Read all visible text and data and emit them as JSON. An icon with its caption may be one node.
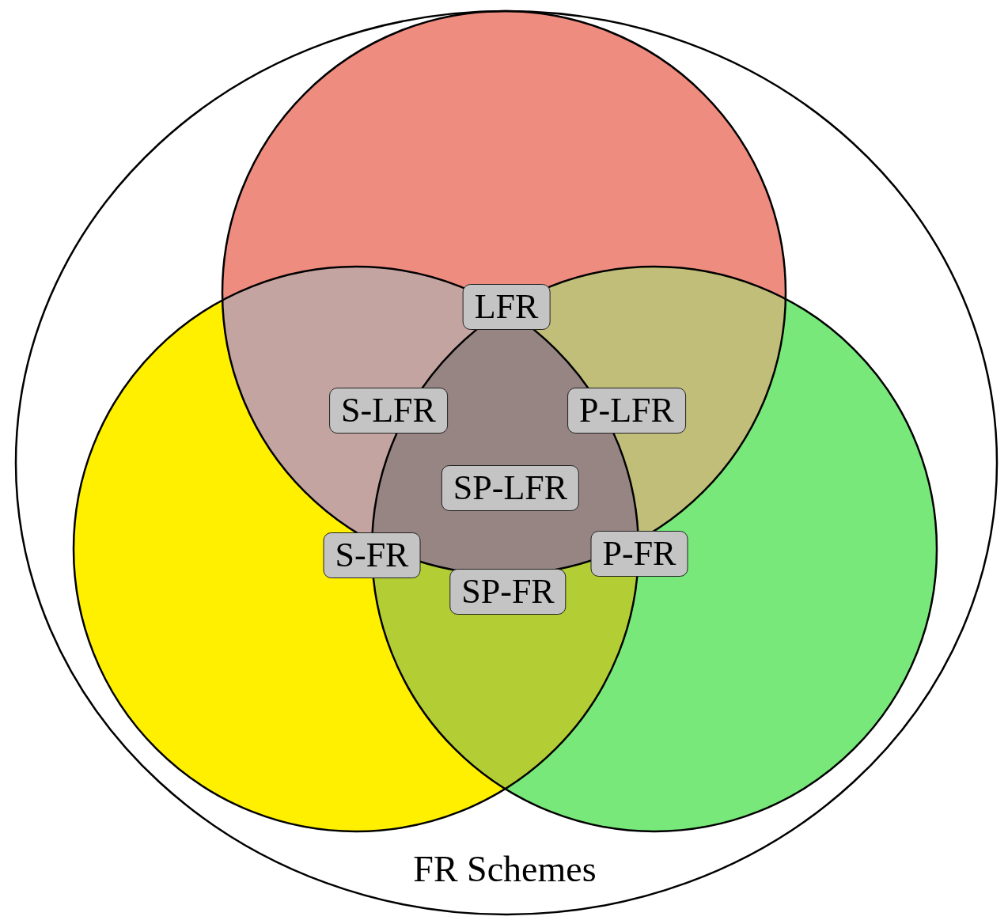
{
  "diagram": {
    "nodes": [
      {
        "text": [
          "FR Schemes"
        ]
      },
      {
        "text": [],
        "shape": "circle",
        "in": 0
      },
      {
        "text": [],
        "shape": "circle",
        "in": 0
      },
      {
        "text": [],
        "shape": "circle",
        "in": 0
      },
      {
        "text": [
          "LFR"
        ],
        "in": 1
      },
      {
        "text": [
          "S-LFR"
        ]
      },
      {
        "text": [
          "P-LFR"
        ]
      },
      {
        "text": [
          "SP-LFR"
        ]
      },
      {
        "text": [
          "S-FR"
        ],
        "in": 2
      },
      {
        "text": [
          "P-FR"
        ],
        "in": 3
      },
      {
        "text": [
          "SP-FR"
        ]
      }
    ],
    "edges": []
  }
}
